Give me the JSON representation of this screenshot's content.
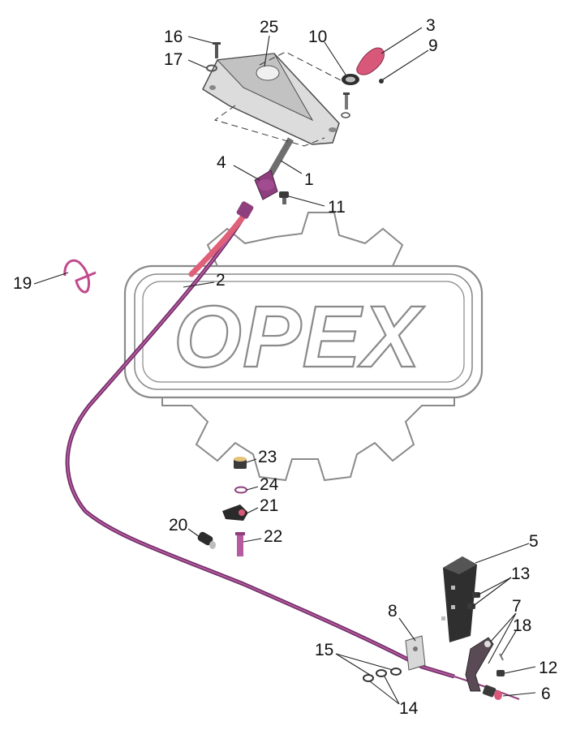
{
  "watermark": {
    "text": "OPEX"
  },
  "callouts": [
    {
      "id": "1",
      "label": "1"
    },
    {
      "id": "2",
      "label": "2"
    },
    {
      "id": "3",
      "label": "3"
    },
    {
      "id": "4",
      "label": "4"
    },
    {
      "id": "5",
      "label": "5"
    },
    {
      "id": "6",
      "label": "6"
    },
    {
      "id": "7",
      "label": "7"
    },
    {
      "id": "8",
      "label": "8"
    },
    {
      "id": "9",
      "label": "9"
    },
    {
      "id": "10",
      "label": "10"
    },
    {
      "id": "11",
      "label": "11"
    },
    {
      "id": "12",
      "label": "12"
    },
    {
      "id": "13",
      "label": "13"
    },
    {
      "id": "14",
      "label": "14"
    },
    {
      "id": "15",
      "label": "15"
    },
    {
      "id": "16",
      "label": "16"
    },
    {
      "id": "17",
      "label": "17"
    },
    {
      "id": "18",
      "label": "18"
    },
    {
      "id": "19",
      "label": "19"
    },
    {
      "id": "20",
      "label": "20"
    },
    {
      "id": "21",
      "label": "21"
    },
    {
      "id": "22",
      "label": "22"
    },
    {
      "id": "23",
      "label": "23"
    },
    {
      "id": "24",
      "label": "24"
    },
    {
      "id": "25",
      "label": "25"
    }
  ],
  "colors": {
    "cable_sheath": "#8e3f7e",
    "cable_sleeve": "#e0607a",
    "knob": "#d8587a",
    "bracket": "#2f2f2f",
    "part_grey": "#c9c9c9",
    "watermark_outline": "#8a8a8a"
  }
}
